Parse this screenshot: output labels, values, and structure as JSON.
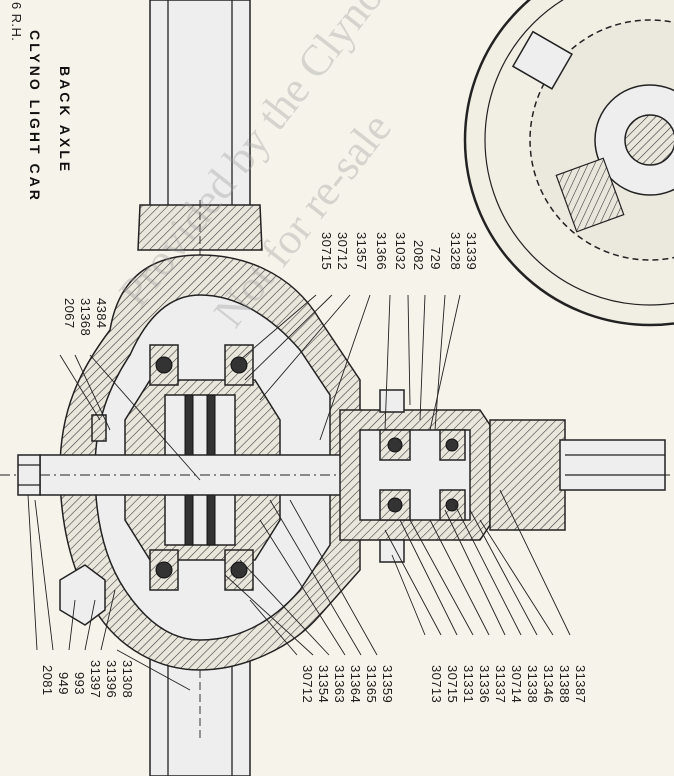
{
  "title": {
    "line1": "CLYNO LIGHT CAR",
    "line2": "BACK AXLE",
    "corner": "6 R.H."
  },
  "watermark": {
    "line1": "Provided by the Clyno Register",
    "line2": "Not for re-sale"
  },
  "labels": {
    "upper": [
      "31339",
      "31328",
      "729",
      "2082",
      "31032",
      "31366",
      "31357",
      "30712",
      "30715"
    ],
    "left": [
      "4384",
      "31368",
      "2067"
    ],
    "lower_right": [
      "31387",
      "31388",
      "31346",
      "31338",
      "30714",
      "31337",
      "31336",
      "31331",
      "30715",
      "30713"
    ],
    "lower_mid": [
      "31359",
      "31365",
      "31364",
      "31363",
      "31354",
      "30712"
    ],
    "lower_left": [
      "31308",
      "31396",
      "31397",
      "993",
      "949",
      "2081"
    ]
  },
  "colors": {
    "paper": "#f6f3ea",
    "ink": "#1c1c1c",
    "watermark": "#9a9a9a"
  }
}
